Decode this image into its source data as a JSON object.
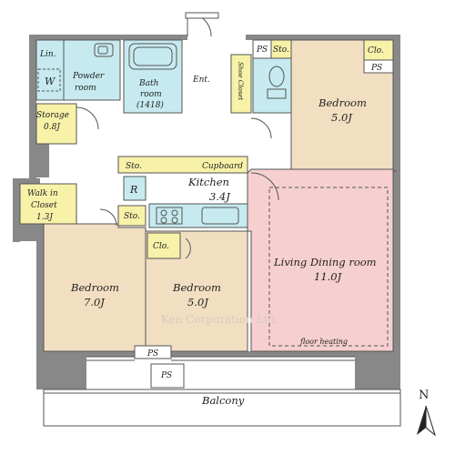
{
  "colors": {
    "wall": "#888888",
    "wet_area": "#c6eaef",
    "bedroom": "#f2dfc2",
    "living": "#f6cfd0",
    "storage": "#f7f2a8",
    "kitchen_counter": "#c6eaef",
    "corridor": "#ffffff"
  },
  "labels": {
    "lin": "Lin.",
    "w": "W",
    "powder_room": [
      "Powder",
      "room"
    ],
    "bath_room": [
      "Bath",
      "room",
      "(1418)"
    ],
    "ent": "Ent.",
    "shoe_closet": "Shoe Closet",
    "ps_top": "PS",
    "sto_top": "Sto.",
    "clo_top": "Clo.",
    "ps_top_right": "PS",
    "storage": [
      "Storage",
      "0.8J"
    ],
    "bedroom_ne": [
      "Bedroom",
      "5.0J"
    ],
    "sto_hall": "Sto.",
    "cupboard": "Cupboard",
    "r": "R",
    "kitchen": [
      "Kitchen",
      "3.4J"
    ],
    "walk_in_closet": [
      "Walk in",
      "Closet",
      "1.3J"
    ],
    "sto_sw": "Sto.",
    "clo_mid": "Clo.",
    "living": [
      "Living Dining room",
      "11.0J"
    ],
    "bedroom_sw": [
      "Bedroom",
      "7.0J"
    ],
    "bedroom_s": [
      "Bedroom",
      "5.0J"
    ],
    "floor_heating": "floor heating",
    "watermark": "Ken Corporation Ltd.",
    "ps_bottom": "PS",
    "ps_balcony": "PS",
    "balcony": "Balcony",
    "north": "N"
  }
}
